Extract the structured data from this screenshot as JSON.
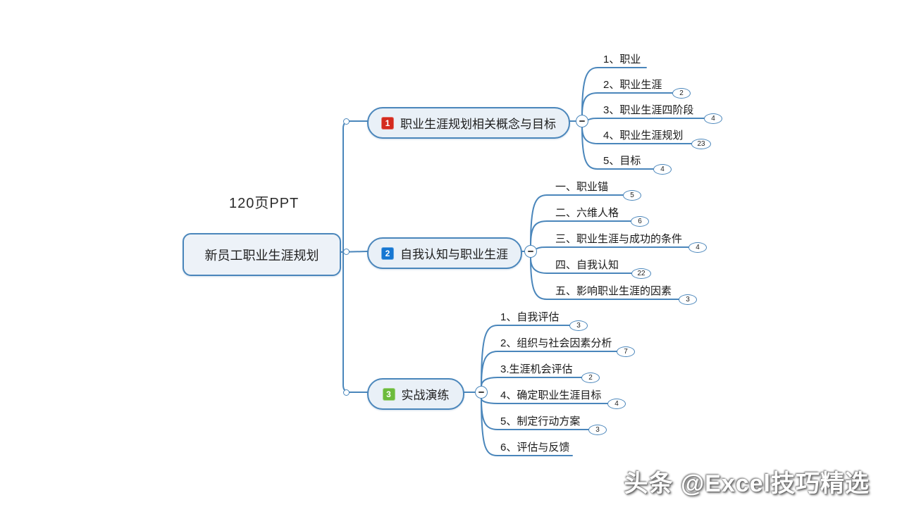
{
  "note": "120页PPT",
  "watermark": "头条 @Excel技巧精选",
  "root": {
    "label": "新员工职业生涯规划"
  },
  "icons": {
    "collapse_minus": "collapse-minus"
  },
  "colors": {
    "line": "#4a86bb",
    "node_fill": "#e9f0f7",
    "node_border": "#4a86bb",
    "badge_1": "#d42a1e",
    "badge_2": "#1677d2",
    "badge_3": "#6cbb3c",
    "count_badge_border": "#4a86bb"
  },
  "branches": [
    {
      "badge": "1",
      "badge_color": "#d42a1e",
      "label": "职业生涯规划相关概念与目标",
      "children": [
        {
          "label": "1、职业",
          "count": ""
        },
        {
          "label": "2、职业生涯",
          "count": "2"
        },
        {
          "label": "3、职业生涯四阶段",
          "count": "4"
        },
        {
          "label": "4、职业生涯规划",
          "count": "23"
        },
        {
          "label": "5、目标",
          "count": "4"
        }
      ]
    },
    {
      "badge": "2",
      "badge_color": "#1677d2",
      "label": "自我认知与职业生涯",
      "children": [
        {
          "label": "一、职业锚",
          "count": "5"
        },
        {
          "label": "二、六维人格",
          "count": "6"
        },
        {
          "label": "三、职业生涯与成功的条件",
          "count": "4"
        },
        {
          "label": "四、自我认知",
          "count": "22"
        },
        {
          "label": "五、影响职业生涯的因素",
          "count": "3"
        }
      ]
    },
    {
      "badge": "3",
      "badge_color": "#6cbb3c",
      "label": "实战演练",
      "children": [
        {
          "label": "1、自我评估",
          "count": "3"
        },
        {
          "label": "2、组织与社会因素分析",
          "count": "7"
        },
        {
          "label": "3.生涯机会评估",
          "count": "2"
        },
        {
          "label": "4、确定职业生涯目标",
          "count": "4"
        },
        {
          "label": "5、制定行动方案",
          "count": "3"
        },
        {
          "label": "6、评估与反馈",
          "count": ""
        }
      ]
    }
  ]
}
